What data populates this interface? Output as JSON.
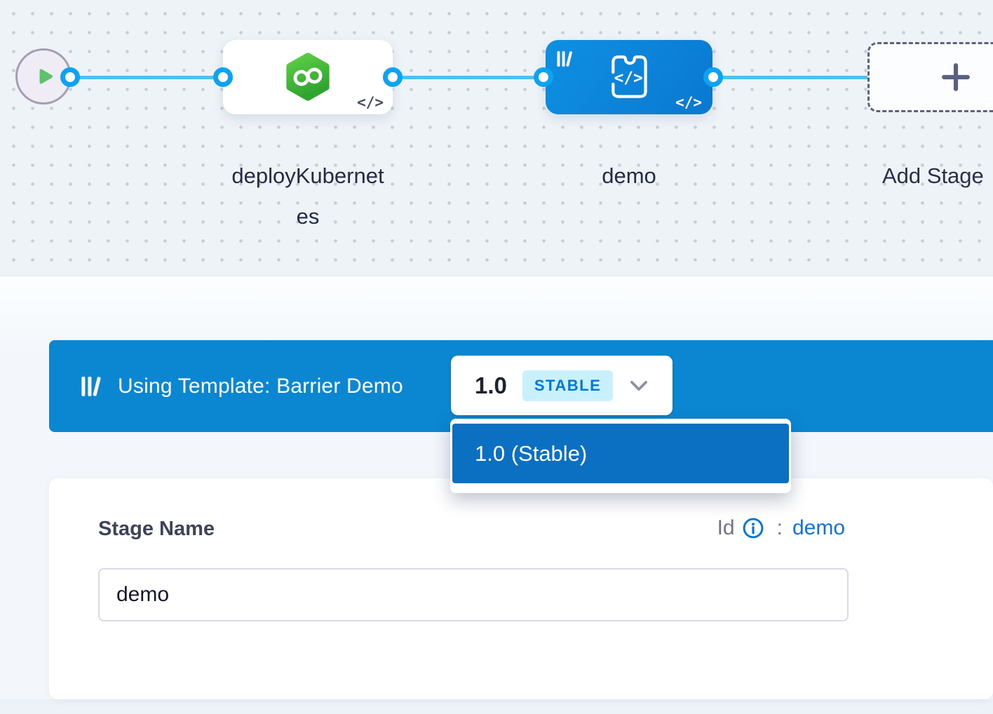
{
  "pipeline_canvas": {
    "start_node": {
      "icon": "play-icon"
    },
    "stages": [
      {
        "name": "deployKubernetes",
        "label_lines": [
          "deployKubernet",
          "es"
        ],
        "icon": "deploy-hexagon-icon",
        "code_badge": "</>"
      },
      {
        "name": "demo",
        "label_lines": [
          "demo"
        ],
        "icon": "custom-stage-icon",
        "template_badge_icon": "template-library-icon",
        "code_badge": "</>",
        "selected": true
      }
    ],
    "add_stage": {
      "label": "Add Stage",
      "icon": "plus-icon"
    }
  },
  "template_bar": {
    "icon": "template-library-icon",
    "text": "Using Template: Barrier Demo",
    "version_chip": {
      "version": "1.0",
      "badge": "STABLE",
      "chevron": "chevron-down-icon"
    },
    "version_dropdown": {
      "items": [
        {
          "label": "1.0 (Stable)",
          "selected": true
        }
      ]
    }
  },
  "stage_form": {
    "name_label": "Stage Name",
    "id_label": "Id",
    "id_separator": ":",
    "id_value": "demo",
    "name_value": "demo"
  },
  "colors": {
    "banner_blue": "#0b87d2",
    "node_blue_start": "#0e90e2",
    "node_blue_end": "#0a78d0",
    "dropdown_item_blue": "#0b70c1",
    "flow_line": "#4fc1ef",
    "connector_ring": "#0da2f2",
    "hexagon_green_start": "#5ecf47",
    "hexagon_green_end": "#2fa42e",
    "play_green": "#5dc16e",
    "stable_badge_bg": "#c9f1fd",
    "stable_badge_text": "#0277d4",
    "id_link_blue": "#1071e0"
  }
}
